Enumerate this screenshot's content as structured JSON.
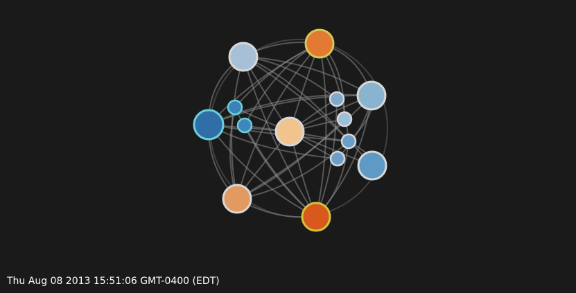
{
  "timestamp": "Thu Aug 08 2013 15:51:06 GMT-0400 (EDT)",
  "graph": {
    "edge_color": "#8a8a8a",
    "nodes": [
      {
        "id": "n1",
        "fill": "#a8bfd8",
        "stroke": "#d8d8d8"
      },
      {
        "id": "n2",
        "fill": "#e27a34",
        "stroke": "#d6c756"
      },
      {
        "id": "n3",
        "fill": "#8ab3d0",
        "stroke": "#d8d8d8"
      },
      {
        "id": "n4",
        "fill": "#7fa9cd",
        "stroke": "#d8d8d8"
      },
      {
        "id": "n5",
        "fill": "#9ac0da",
        "stroke": "#d8d8d8"
      },
      {
        "id": "n6",
        "fill": "#6a9fc8",
        "stroke": "#d8d8d8"
      },
      {
        "id": "n7",
        "fill": "#6ca0ca",
        "stroke": "#d8d8d8"
      },
      {
        "id": "n8",
        "fill": "#5f9ac7",
        "stroke": "#d8d8d8"
      },
      {
        "id": "n9",
        "fill": "#d9581e",
        "stroke": "#d4c33a"
      },
      {
        "id": "n10",
        "fill": "#e39a60",
        "stroke": "#d8d8d8"
      },
      {
        "id": "n11",
        "fill": "#2f6ea6",
        "stroke": "#6ad0dc"
      },
      {
        "id": "n12",
        "fill": "#3b82b8",
        "stroke": "#6ad0dc"
      },
      {
        "id": "n13",
        "fill": "#3f86bb",
        "stroke": "#6ad0dc"
      },
      {
        "id": "n14",
        "fill": "#f0c48c",
        "stroke": "#d8d8d8"
      }
    ],
    "edges": [
      [
        "n1",
        "n2"
      ],
      [
        "n1",
        "n3"
      ],
      [
        "n1",
        "n6"
      ],
      [
        "n1",
        "n9"
      ],
      [
        "n1",
        "n10"
      ],
      [
        "n1",
        "n11"
      ],
      [
        "n1",
        "n14"
      ],
      [
        "n1",
        "n4"
      ],
      [
        "n2",
        "n3"
      ],
      [
        "n2",
        "n6"
      ],
      [
        "n2",
        "n9"
      ],
      [
        "n2",
        "n10"
      ],
      [
        "n2",
        "n11"
      ],
      [
        "n2",
        "n14"
      ],
      [
        "n2",
        "n5"
      ],
      [
        "n2",
        "n12"
      ],
      [
        "n3",
        "n6"
      ],
      [
        "n3",
        "n9"
      ],
      [
        "n3",
        "n10"
      ],
      [
        "n3",
        "n11"
      ],
      [
        "n3",
        "n14"
      ],
      [
        "n3",
        "n7"
      ],
      [
        "n6",
        "n9"
      ],
      [
        "n6",
        "n10"
      ],
      [
        "n6",
        "n11"
      ],
      [
        "n6",
        "n14"
      ],
      [
        "n6",
        "n8"
      ],
      [
        "n9",
        "n10"
      ],
      [
        "n9",
        "n11"
      ],
      [
        "n9",
        "n14"
      ],
      [
        "n9",
        "n13"
      ],
      [
        "n10",
        "n11"
      ],
      [
        "n10",
        "n14"
      ],
      [
        "n10",
        "n12"
      ],
      [
        "n11",
        "n14"
      ],
      [
        "n11",
        "n3"
      ],
      [
        "n14",
        "n4"
      ],
      [
        "n14",
        "n5"
      ],
      [
        "n14",
        "n7"
      ],
      [
        "n14",
        "n8"
      ],
      [
        "n14",
        "n12"
      ],
      [
        "n14",
        "n13"
      ],
      [
        "n4",
        "n9"
      ],
      [
        "n5",
        "n10"
      ],
      [
        "n7",
        "n11"
      ],
      [
        "n8",
        "n1"
      ],
      [
        "n12",
        "n9"
      ],
      [
        "n13",
        "n2"
      ]
    ]
  }
}
